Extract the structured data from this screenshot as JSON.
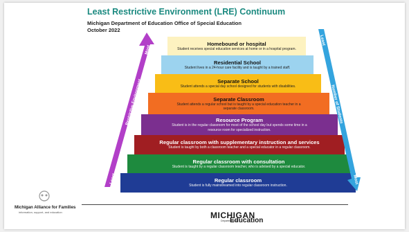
{
  "header": {
    "title": "Least Restrictive Environment (LRE) Continuum",
    "org": "Michigan Department of Education Office of Special Education",
    "date": "October 2022"
  },
  "tiers": [
    {
      "heading": "Homebound or hospital",
      "lines": [
        "Student receives special education services at home or in a hospital program."
      ],
      "color": "#fdf2c0",
      "text": "dark"
    },
    {
      "heading": "Residential School",
      "lines": [
        "Student lives in a 24-hour care facility and is taught by a trained staff."
      ],
      "color": "#9cd3ef",
      "text": "dark"
    },
    {
      "heading": "Separate School",
      "lines": [
        "Student attends a special day school designed for students with disabilities."
      ],
      "color": "#f9bd16",
      "text": "dark"
    },
    {
      "heading": "Separate Classroom",
      "lines": [
        "Student attends a regular school but is taught by a special education teacher in a",
        "separate classroom."
      ],
      "color": "#f26d22",
      "text": "dark"
    },
    {
      "heading": "Resource Program",
      "lines": [
        "Student is in the regular classroom for most of the school day but spends some time in a",
        "resource room for specialized instruction."
      ],
      "color": "#7b2f8f",
      "text": "light"
    },
    {
      "heading": "Regular classroom with supplementary instruction and services",
      "lines": [
        "Student is taught by both a classroom teacher and a special educator in a regular classroom."
      ],
      "color": "#a01e22",
      "text": "light"
    },
    {
      "heading": "Regular classroom with consultation",
      "lines": [
        "Student is taught by a regular classroom teacher, who is advised by a special educator."
      ],
      "color": "#1e8a3e",
      "text": "light"
    },
    {
      "heading": "Regular classroom",
      "lines": [
        "Student is fully mainstreamed into regular classroom instruction."
      ],
      "color": "#1f3c95",
      "text": "light"
    }
  ],
  "left_arrow": {
    "top_label": "Most",
    "middle_label": "Restrictive Environment",
    "bottom_label": "Least",
    "color": "#b23fc8"
  },
  "right_arrow": {
    "top_label": "Least",
    "middle_label": "Number of Students",
    "bottom_label": "Most",
    "color": "#34a4de"
  },
  "footer": {
    "partner_name": "Michigan Alliance for Families",
    "partner_tagline": "information, support, and education",
    "state_name": "MICHIGAN",
    "state_dept_small": "Department of",
    "state_dept_big": "Education"
  }
}
